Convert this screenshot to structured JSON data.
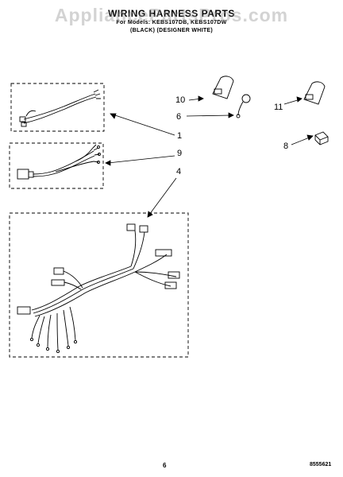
{
  "header": {
    "title": "WIRING HARNESS PARTS",
    "models_line": "For Models: KEBS107DB, KEBS107DW",
    "colors_line": "(BLACK)    (DESIGNER WHITE)"
  },
  "watermark": "AppliancePartsPros.com",
  "callouts": [
    "10",
    "6",
    "11",
    "1",
    "9",
    "8",
    "4"
  ],
  "footer": {
    "page_number": "6",
    "doc_number": "8555621"
  }
}
